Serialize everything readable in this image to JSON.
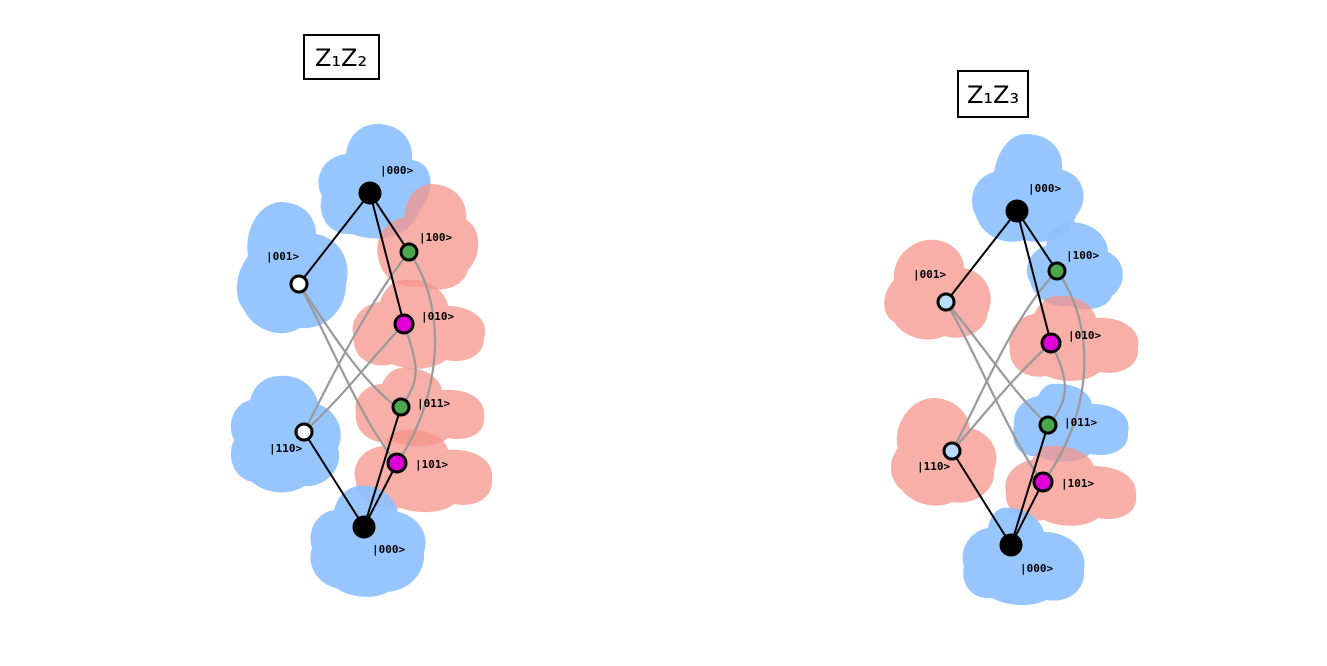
{
  "colors": {
    "blue": "#8ec1ff",
    "red": "#f4948a",
    "black": "#000000",
    "green": "#4ca64c",
    "magenta": "#e000d8",
    "white": "#ffffff",
    "light_blue": "#b9dcff",
    "gray_edge": "#999999"
  },
  "panels": [
    {
      "title": "Z₁Z₂",
      "node_labels": [
        "|000>",
        "|001>",
        "|100>",
        "|010>",
        "|011>",
        "|110>",
        "|101>",
        "|000>"
      ],
      "node_fill_colors": [
        "black",
        "white",
        "green",
        "magenta",
        "green",
        "white",
        "magenta",
        "black"
      ],
      "region_colors": [
        "blue",
        "blue",
        "red",
        "red",
        "red",
        "blue",
        "red",
        "blue"
      ]
    },
    {
      "title": "Z₁Z₃",
      "node_labels": [
        "|000>",
        "|001>",
        "|100>",
        "|010>",
        "|011>",
        "|110>",
        "|101>",
        "|000>"
      ],
      "node_fill_colors": [
        "black",
        "light_blue",
        "green",
        "magenta",
        "green",
        "light_blue",
        "magenta",
        "black"
      ],
      "region_colors": [
        "blue",
        "red",
        "blue",
        "red",
        "blue",
        "red",
        "red",
        "blue"
      ]
    }
  ]
}
